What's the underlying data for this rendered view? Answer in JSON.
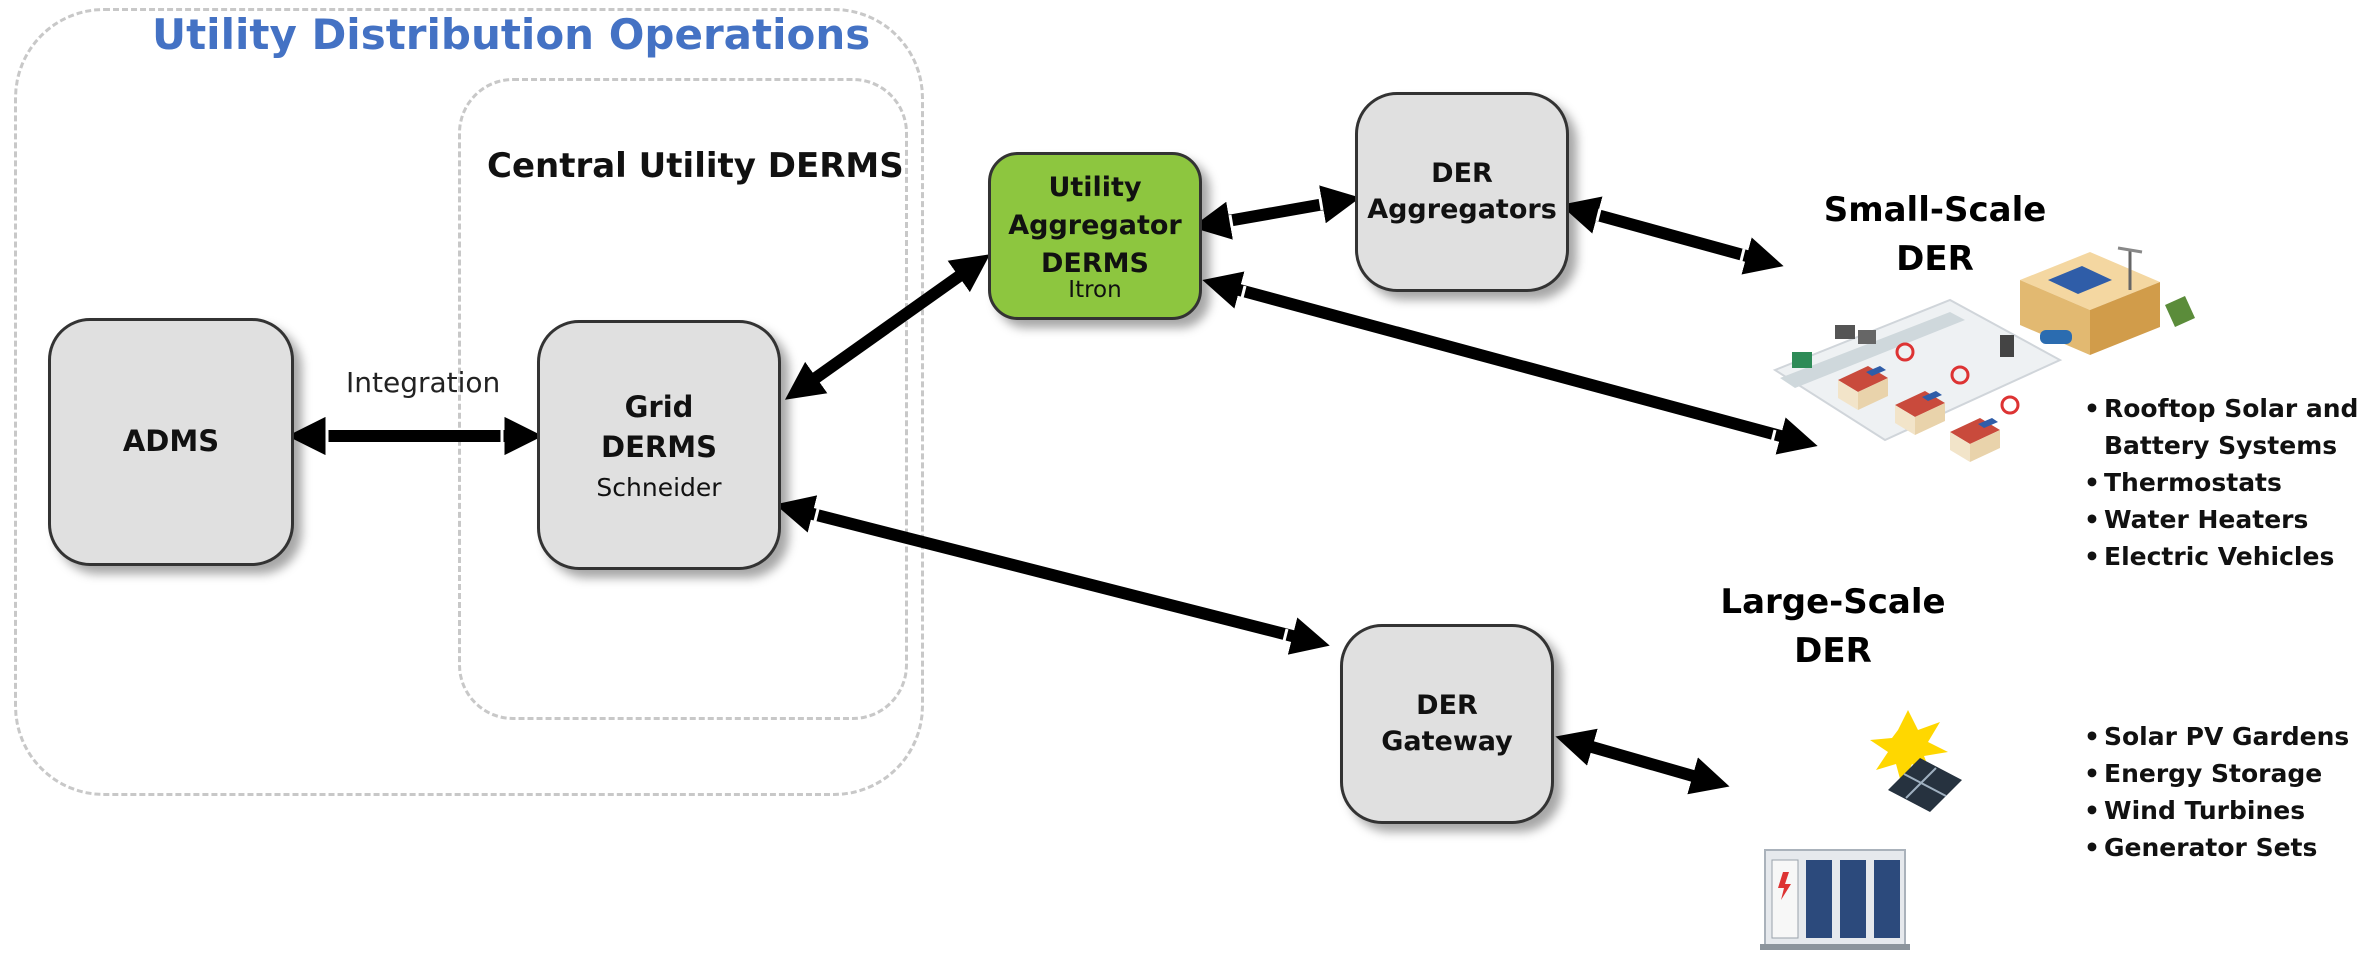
{
  "regions": {
    "utility_ops": {
      "title": "Utility Distribution Operations",
      "title_color": "#4472C4"
    },
    "central_derms": {
      "title": "Central Utility DERMS"
    }
  },
  "nodes": {
    "adms": {
      "label": "ADMS"
    },
    "grid_derms": {
      "label": "Grid\nDERMS",
      "sublabel": "Schneider"
    },
    "utility_aggregator": {
      "label": "Utility\nAggregator\nDERMS",
      "sublabel": "Itron",
      "fill": "#8DC63F"
    },
    "der_aggregators": {
      "label": "DER\nAggregators"
    },
    "der_gateway": {
      "label": "DER\nGateway"
    }
  },
  "edges": {
    "integration_label": "Integration"
  },
  "small_scale": {
    "heading": "Small-Scale\nDER",
    "items": [
      "Rooftop Solar and",
      "Battery Systems",
      "Thermostats",
      "Water Heaters",
      "Electric Vehicles"
    ]
  },
  "large_scale": {
    "heading": "Large-Scale\nDER",
    "items": [
      "Solar PV Gardens",
      "Energy Storage",
      "Wind Turbines",
      "Generator Sets"
    ]
  }
}
